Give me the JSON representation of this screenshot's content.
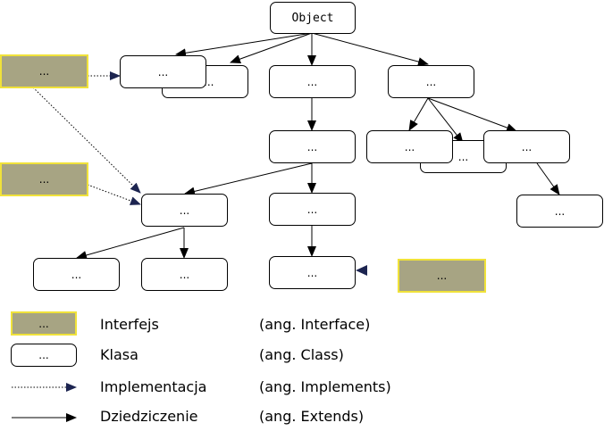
{
  "diagram": {
    "root_label": "Object",
    "placeholder": "..."
  },
  "legend": {
    "interface": {
      "label": "Interfejs",
      "english": "(ang. Interface)",
      "sample": "..."
    },
    "class": {
      "label": "Klasa",
      "english": "(ang. Class)",
      "sample": "..."
    },
    "implements": {
      "label": "Implementacja",
      "english": "(ang. Implements)"
    },
    "extends": {
      "label": "Dziedziczenie",
      "english": "(ang. Extends)"
    }
  },
  "colors": {
    "interface_fill": "#a7a483",
    "interface_border": "#f0e23a",
    "class_fill": "#ffffff",
    "line": "#000000",
    "implements_arrow": "#1c2450"
  }
}
